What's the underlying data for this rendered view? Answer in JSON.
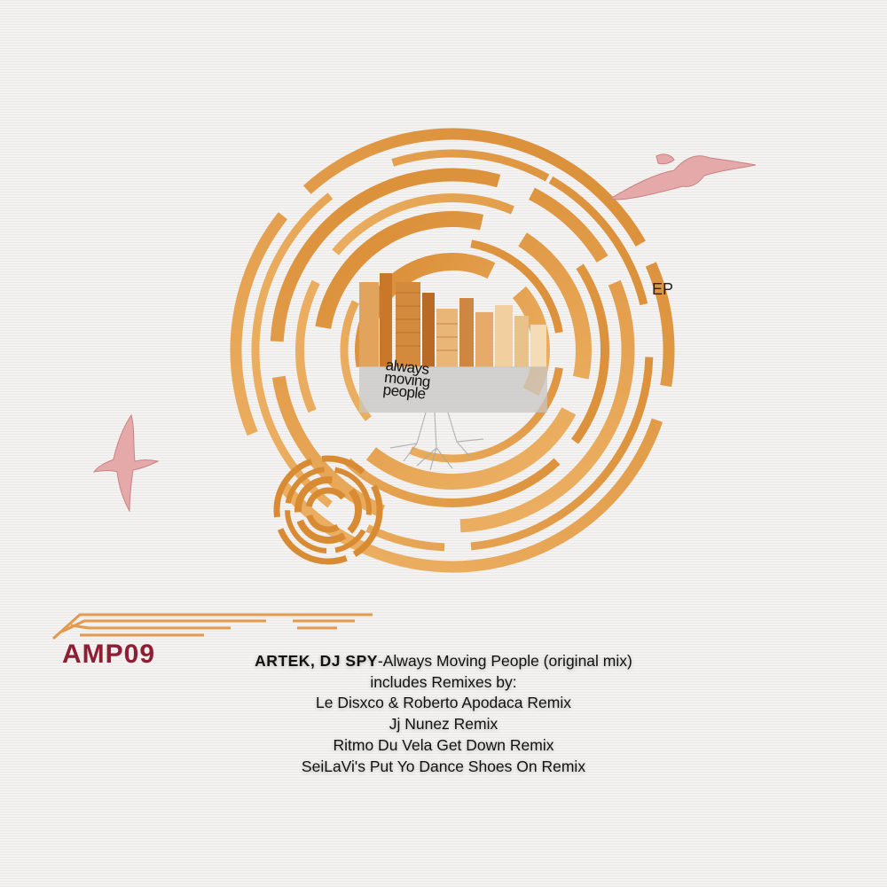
{
  "cover": {
    "format_label": "EP",
    "catalog_number": "AMP09",
    "logo": {
      "line1": "always",
      "line2": "moving",
      "line3": "people"
    }
  },
  "tracklist": {
    "artists": "ARTEK, DJ SPY",
    "separator": "-",
    "title_track": "Always Moving People (original mix)",
    "remix_intro": "includes Remixes by:",
    "remixes": [
      "Le Disxco & Roberto Apodaca Remix",
      "Jj Nunez Remix",
      "Ritmo Du Vela Get Down Remix",
      "SeiLaVi's Put Yo Dance Shoes On Remix"
    ]
  },
  "colors": {
    "orange": "#e8a24e",
    "dark_orange": "#c9782a",
    "maroon": "#8e1e34",
    "bird_pink": "#e6a9a9"
  },
  "icons": [
    "seagull-icon",
    "flying-bird-icon",
    "city-skyline-icon"
  ]
}
